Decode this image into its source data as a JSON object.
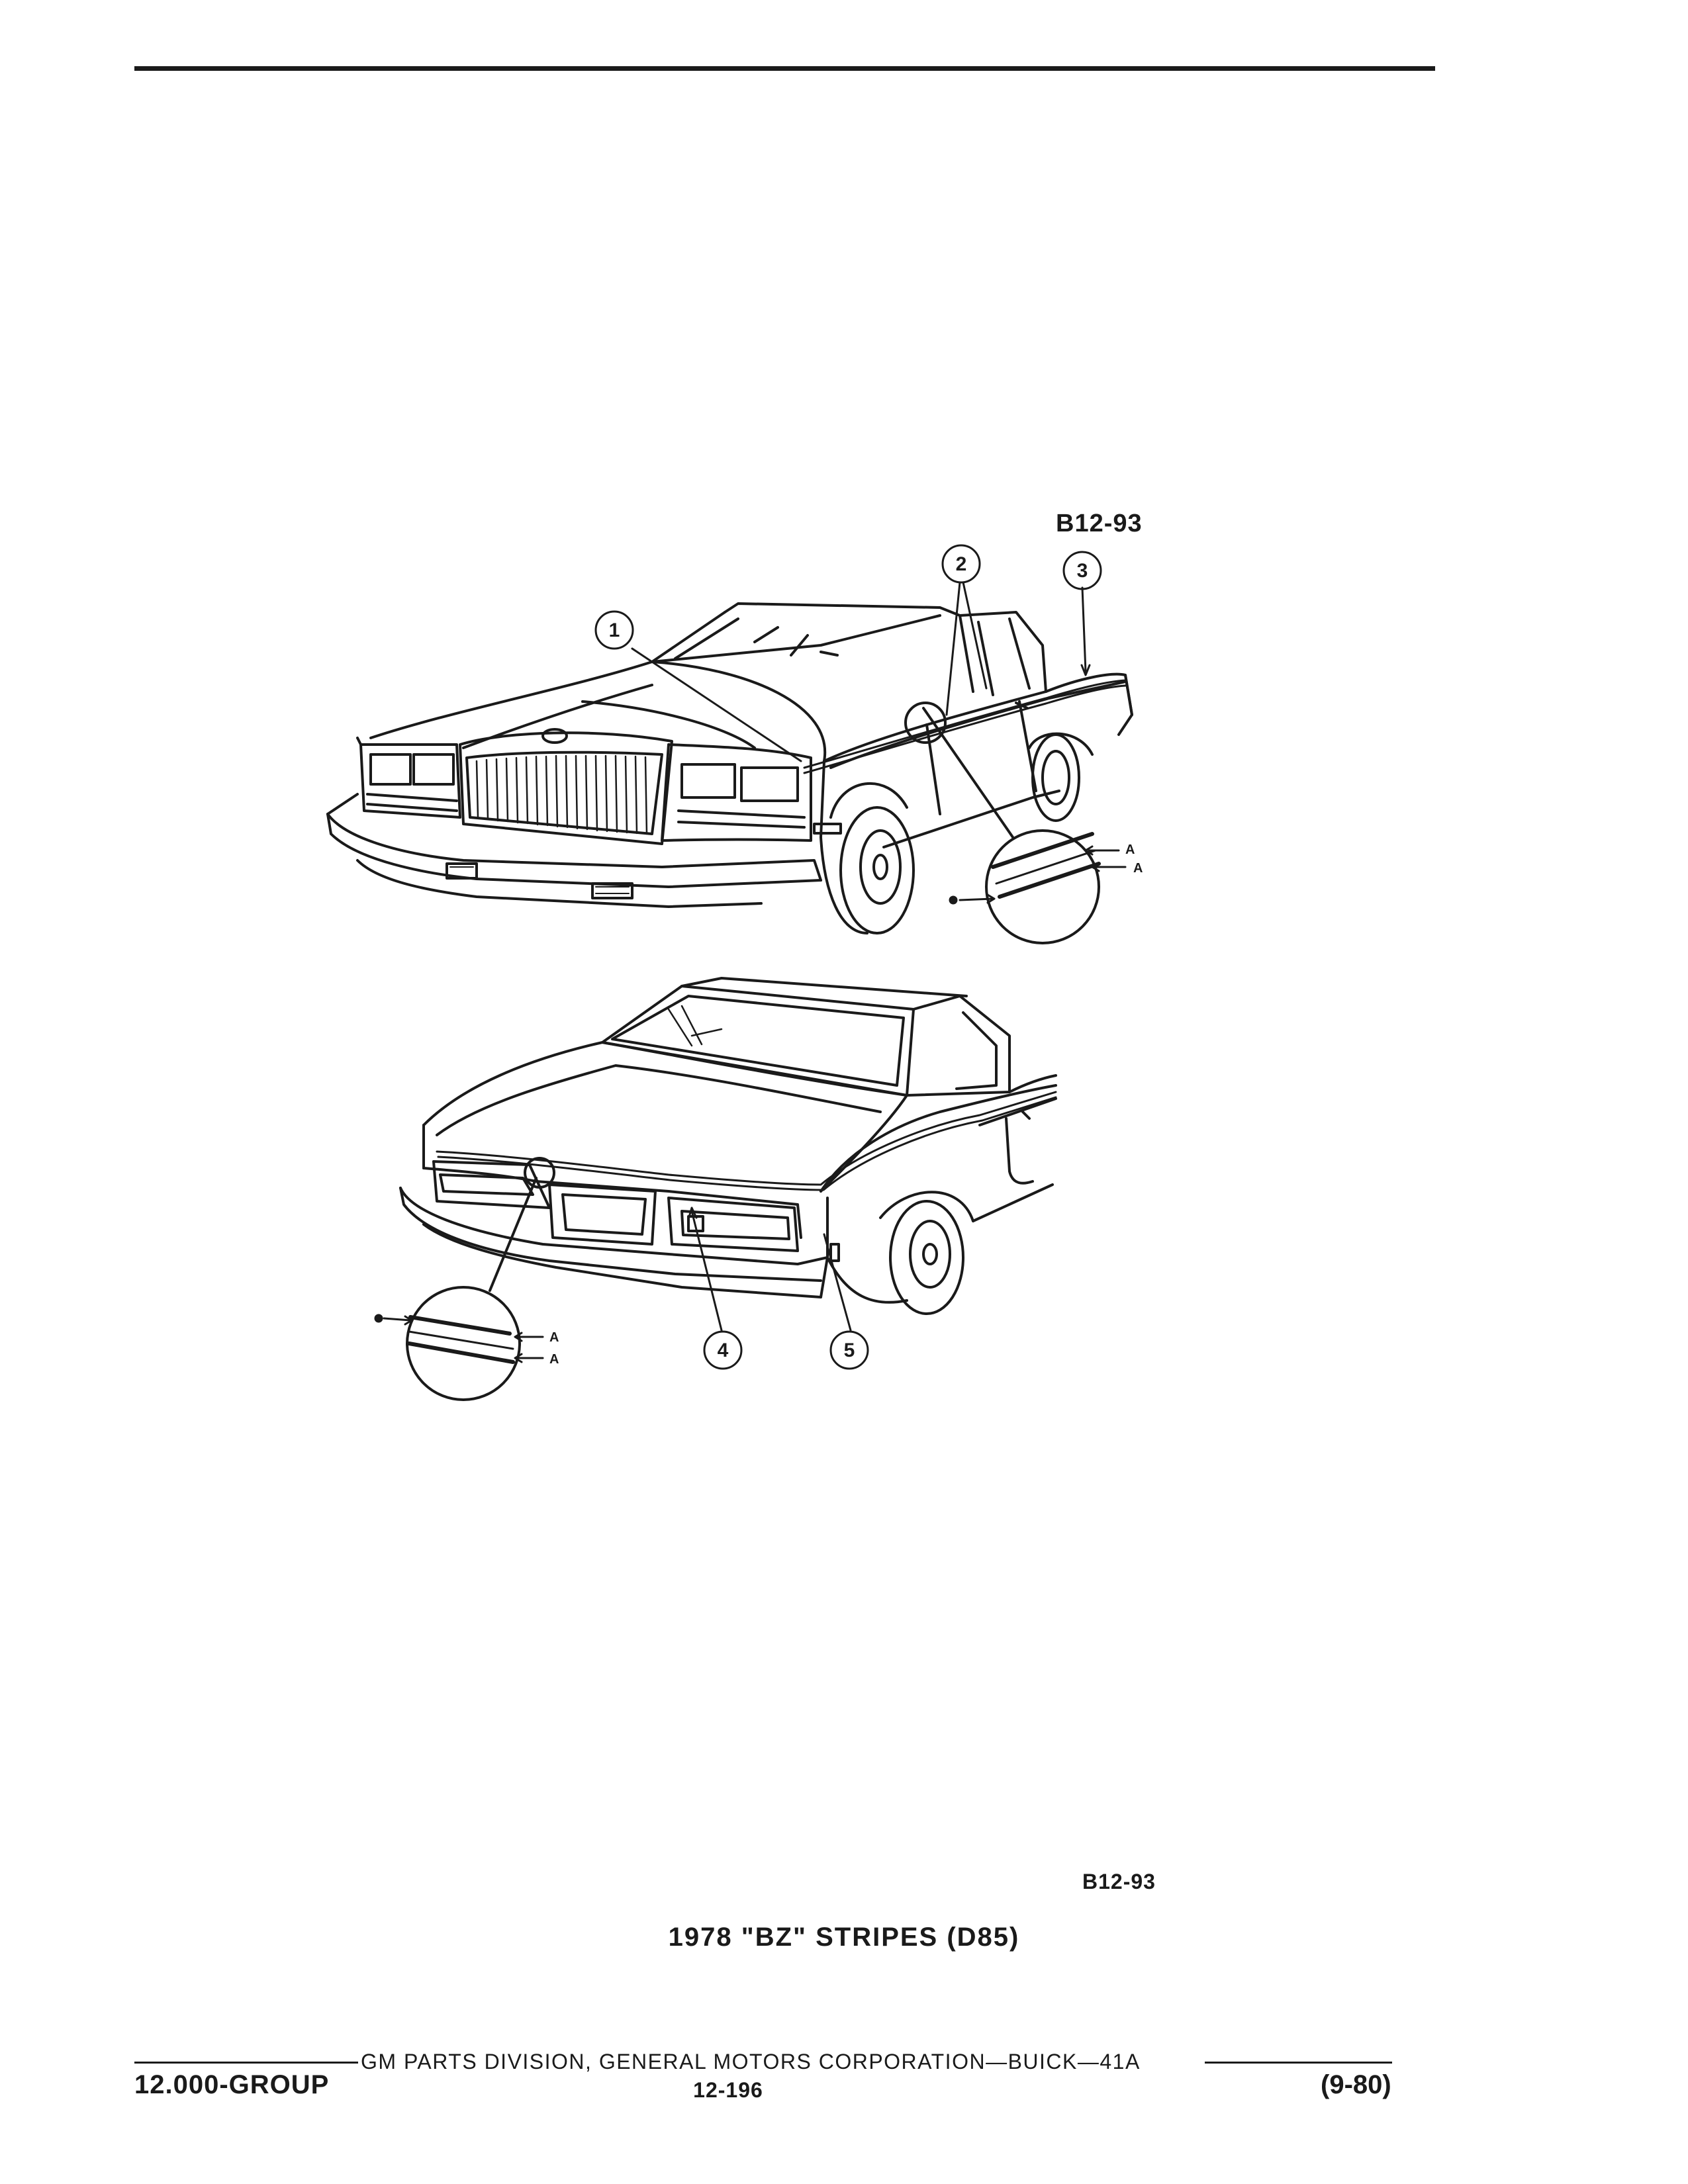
{
  "figure": {
    "code_top": "B12-93",
    "code_bottom": "B12-93",
    "caption": "1978 \"BZ\" STRIPES (D85)",
    "callouts": [
      "1",
      "2",
      "3",
      "4",
      "5"
    ],
    "detail_label": "A"
  },
  "footer": {
    "publisher": "GM PARTS DIVISION, GENERAL MOTORS CORPORATION—BUICK—41A",
    "group": "12.000-GROUP",
    "page_number": "12-196",
    "date_code": "(9-80)"
  }
}
